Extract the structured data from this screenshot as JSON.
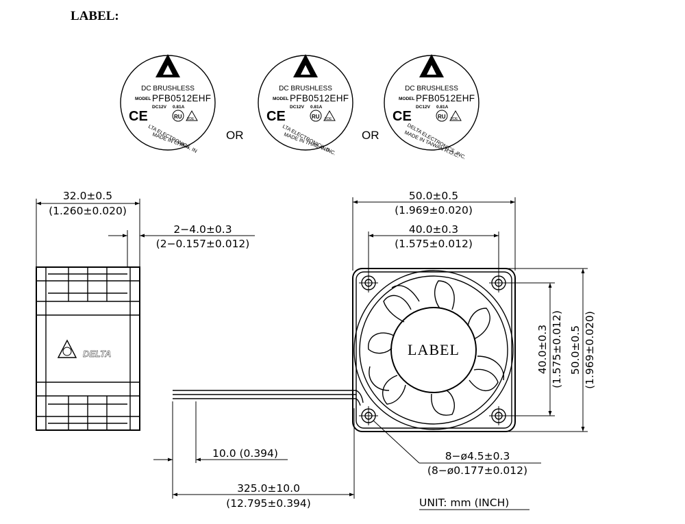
{
  "title": "LABEL:",
  "labels": [
    {
      "line1": "DC BRUSHLESS",
      "model_prefix": "MODEL",
      "model": "PFB0512EHF",
      "voltage": "DC12V",
      "current": "0.81A",
      "arc_top": "LTA ELECTRONICS, IN",
      "arc_bottom": "MADE IN CHINA"
    },
    {
      "line1": "DC BRUSHLESS",
      "model_prefix": "MODEL",
      "model": "PFB0512EHF",
      "voltage": "DC12V",
      "current": "0.81A",
      "arc_top": "LTA ELECTRONICS, INC.",
      "arc_bottom": "MADE IN THAILAND"
    },
    {
      "line1": "DC BRUSHLESS",
      "model_prefix": "MODEL",
      "model": "PFB0512EHF",
      "voltage": "DC12V",
      "current": "0.81A",
      "arc_top": "DELTA ELECTRONICS, INC.",
      "arc_bottom": "MADE IN TAIWAN R.O.C."
    }
  ],
  "or_text": "OR",
  "side_view": {
    "width_dim": "32.0±0.5",
    "width_dim_inch": "(1.260±0.020)",
    "flange_dim": "2−4.0±0.3",
    "flange_dim_inch": "(2−0.157±0.012)",
    "logo_text": "DELTA"
  },
  "front_view": {
    "outer_width": "50.0±0.5",
    "outer_width_inch": "(1.969±0.020)",
    "hole_pitch": "40.0±0.3",
    "hole_pitch_inch": "(1.575±0.012)",
    "hole_pitch_v": "40.0±0.3",
    "hole_pitch_v_inch": "(1.575±0.012)",
    "outer_height": "50.0±0.5",
    "outer_height_inch": "(1.969±0.020)",
    "hub_label": "LABEL",
    "hole_dim": "8−ø4.5±0.3",
    "hole_dim_inch": "(8−ø0.177±0.012)"
  },
  "lead": {
    "strip_dim": "10.0  (0.394)",
    "length_dim": "325.0±10.0",
    "length_dim_inch": "(12.795±0.394)"
  },
  "unit": "UNIT:  mm  (INCH)"
}
